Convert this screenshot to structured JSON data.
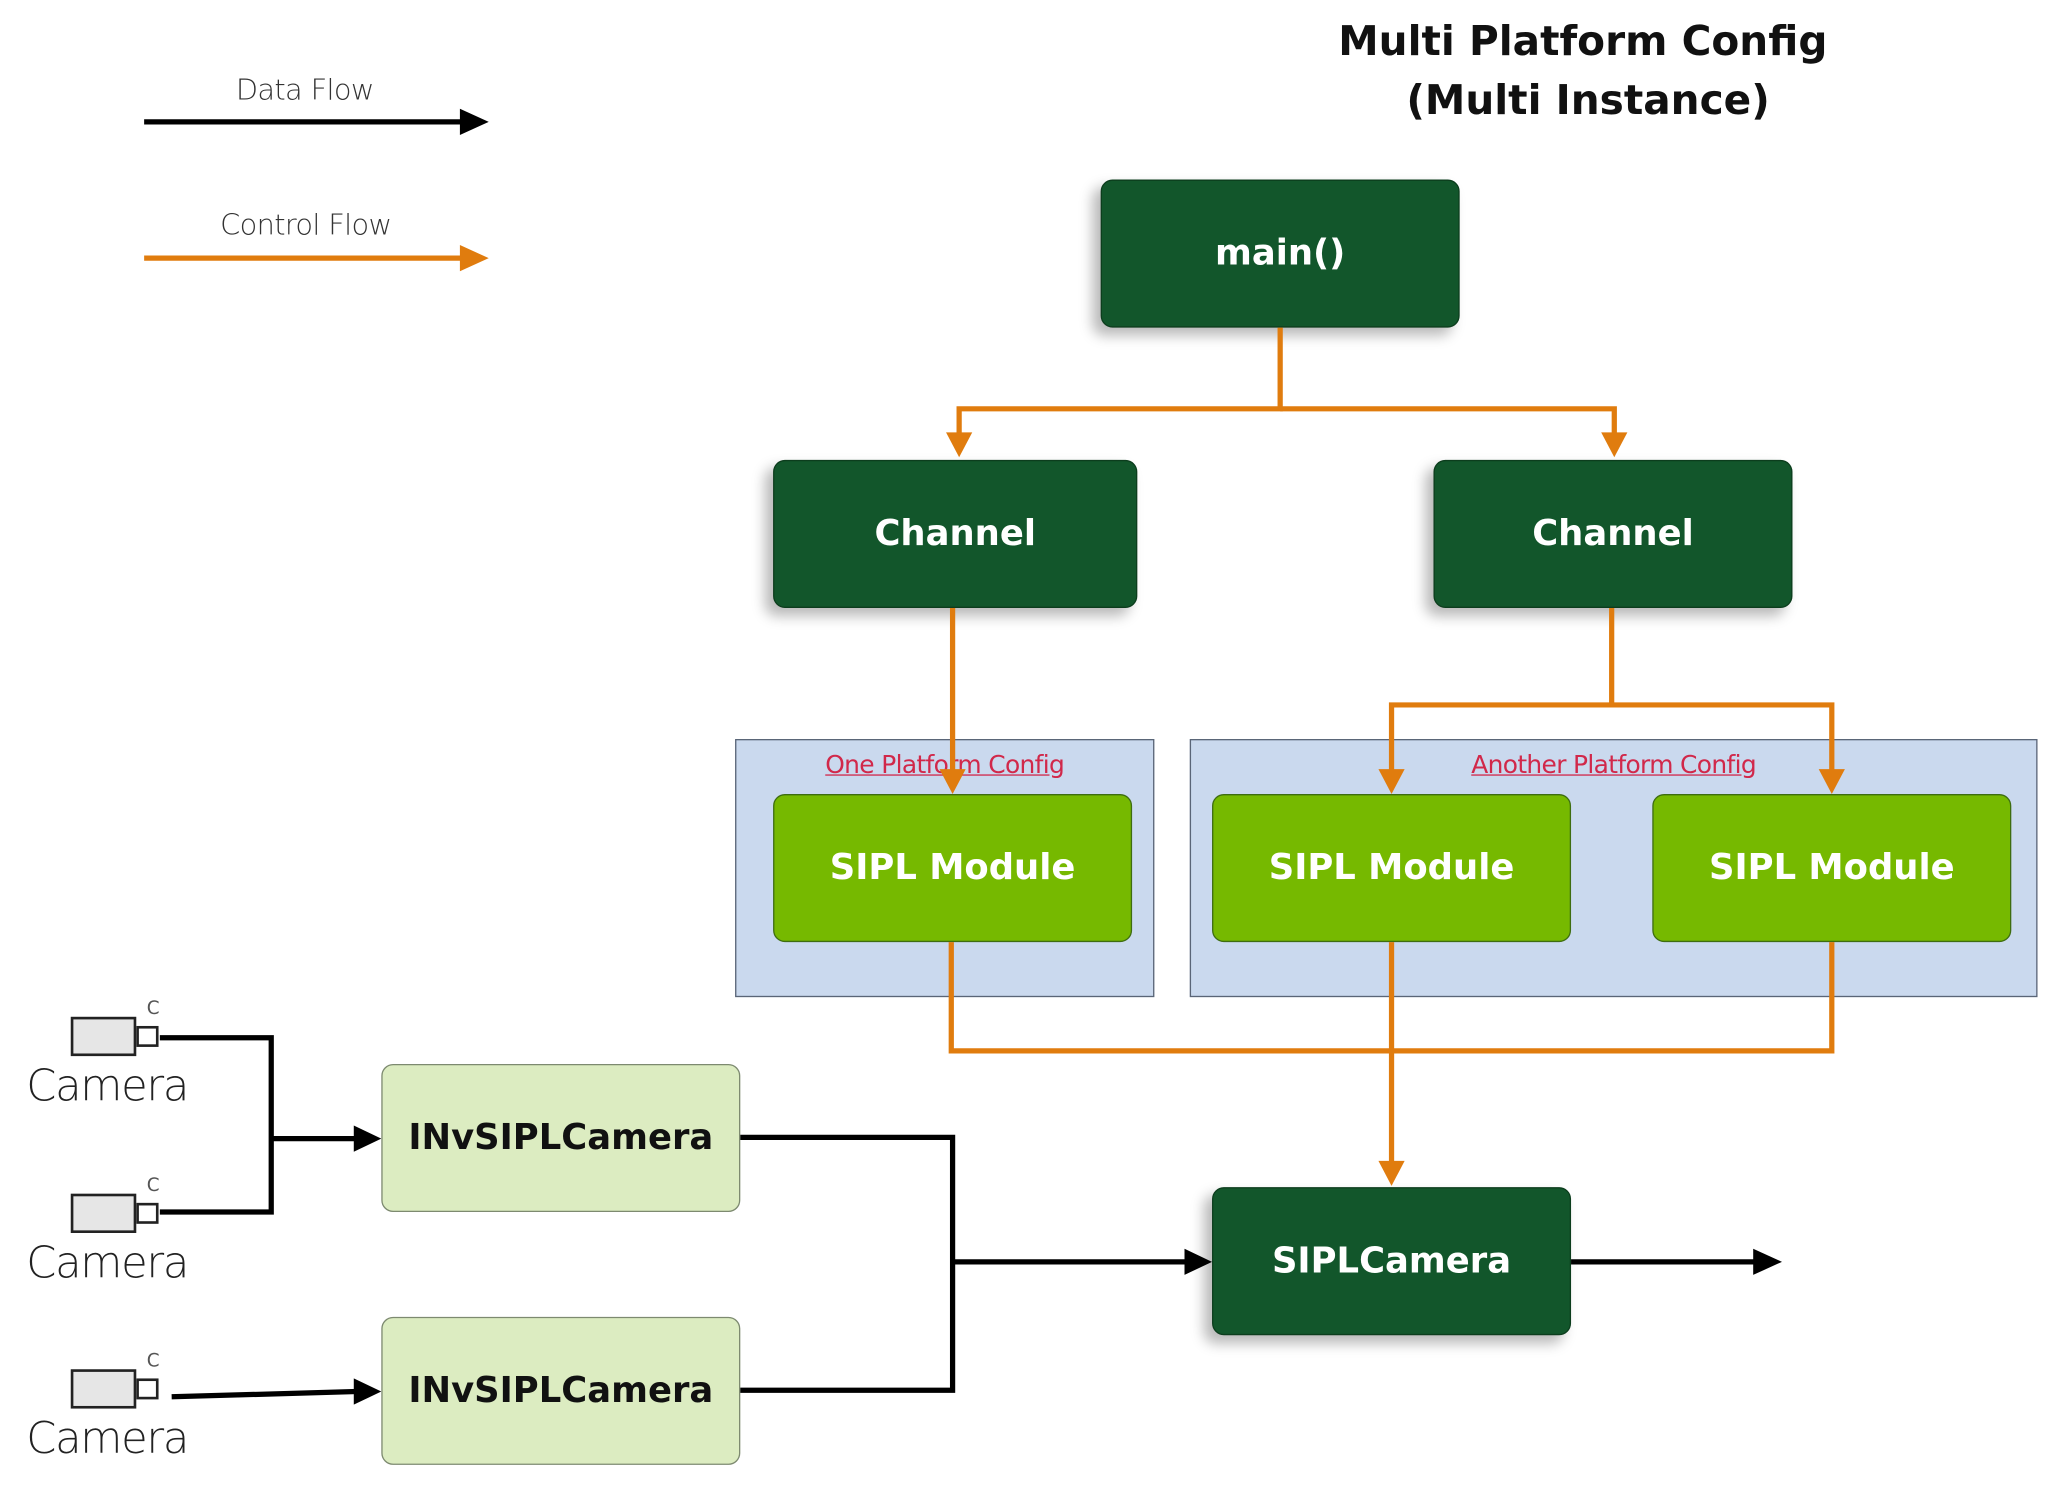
{
  "title": {
    "line1": "Multi Platform Config",
    "line2": "(Multi Instance)"
  },
  "legend": {
    "data_flow": "Data Flow",
    "control_flow": "Control Flow"
  },
  "colors": {
    "data_flow": "#000000",
    "control_flow": "#e07c0e",
    "dark_box": "#12562b",
    "bright_box": "#76b900",
    "pale_box": "#dcecc1",
    "group_fill": "#cad9ee",
    "group_title": "#d1284a"
  },
  "nodes": {
    "main": "main()",
    "channel_left": "Channel",
    "channel_right": "Channel",
    "sipl_module_1": "SIPL Module",
    "sipl_module_2": "SIPL Module",
    "sipl_module_3": "SIPL Module",
    "invsipl_camera_1": "INvSIPLCamera",
    "invsipl_camera_2": "INvSIPLCamera",
    "siplcamera": "SIPLCamera"
  },
  "groups": {
    "one_platform": "One Platform Config",
    "another_platform": "Another Platform Config"
  },
  "cameras": [
    {
      "label": "Camera",
      "cable": "C"
    },
    {
      "label": "Camera",
      "cable": "C"
    },
    {
      "label": "Camera",
      "cable": "C"
    }
  ]
}
